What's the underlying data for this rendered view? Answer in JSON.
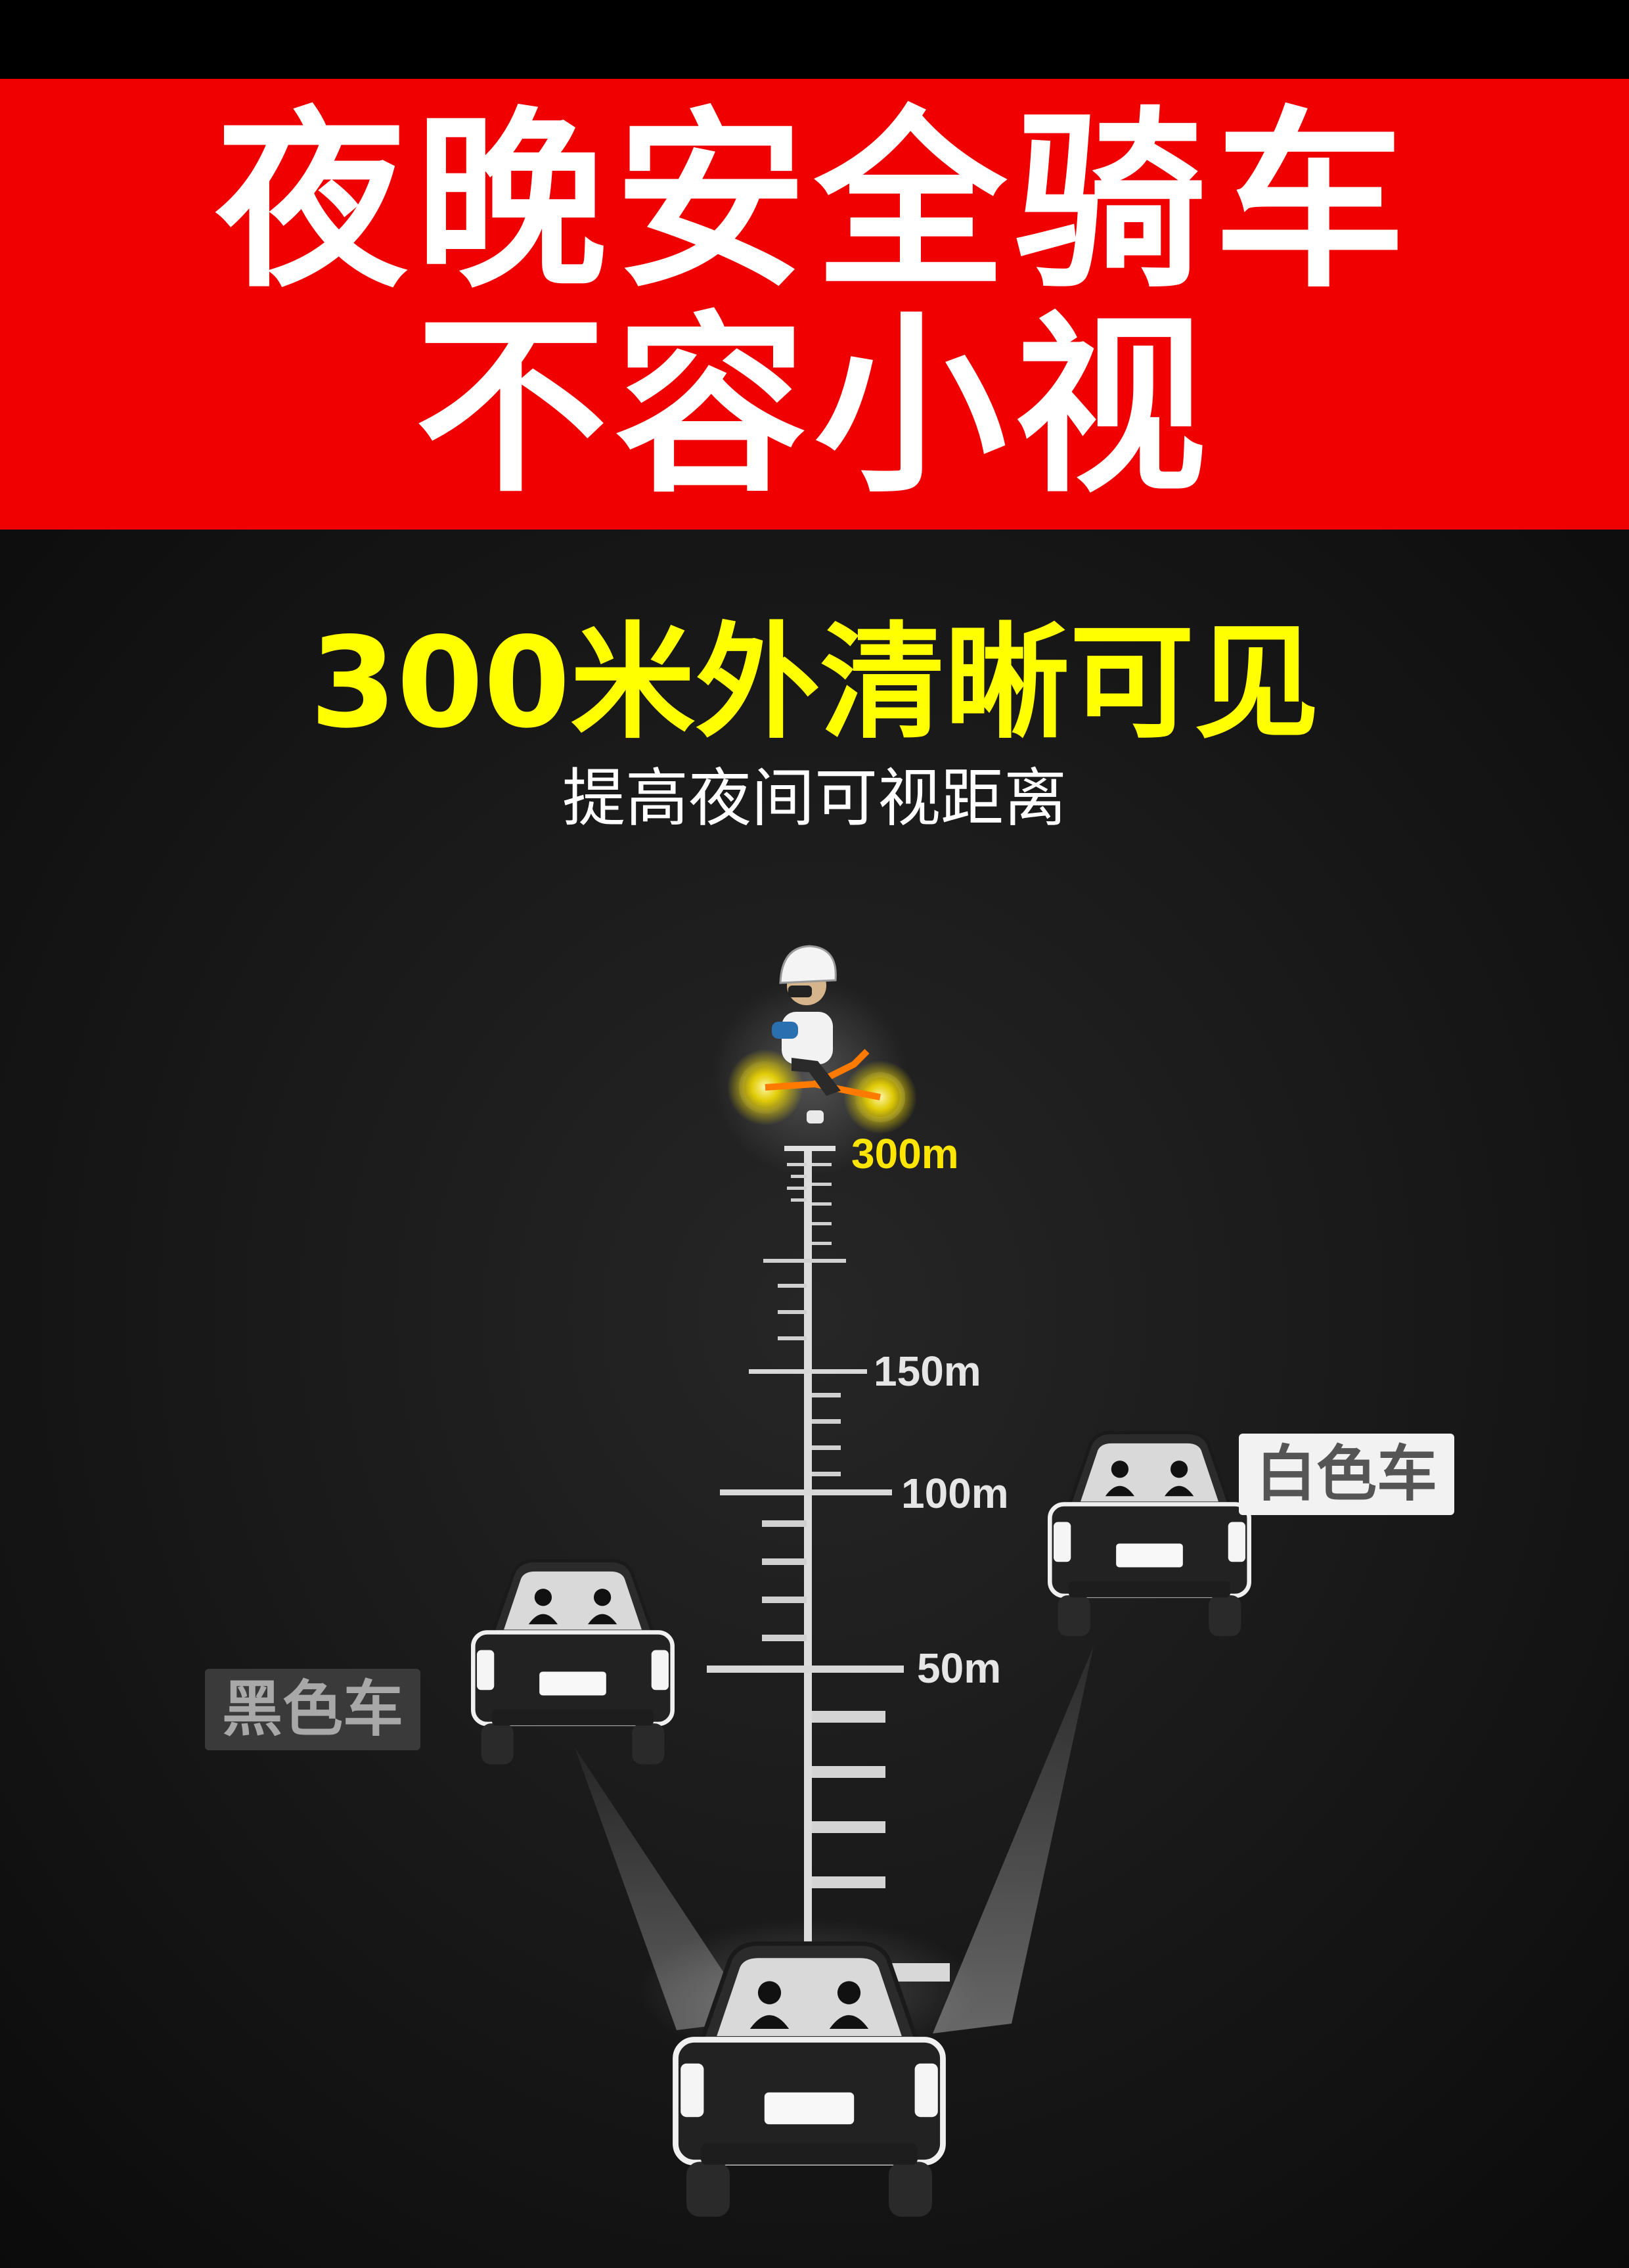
{
  "banner": {
    "line1": "夜晚安全骑车",
    "line2": "不容小视"
  },
  "headline": "300米外清晰可见",
  "subline": "提高夜间可视距离",
  "scale": {
    "labels": {
      "top": "300m",
      "mark150": "150m",
      "mark100": "100m",
      "mark50": "50m"
    }
  },
  "cars": {
    "black_label": "黑色车",
    "white_label": "白色车"
  },
  "colors": {
    "banner": "#f00000",
    "headline": "#ffff00",
    "reflector_glow": "#ffe600",
    "background": "#141414"
  }
}
